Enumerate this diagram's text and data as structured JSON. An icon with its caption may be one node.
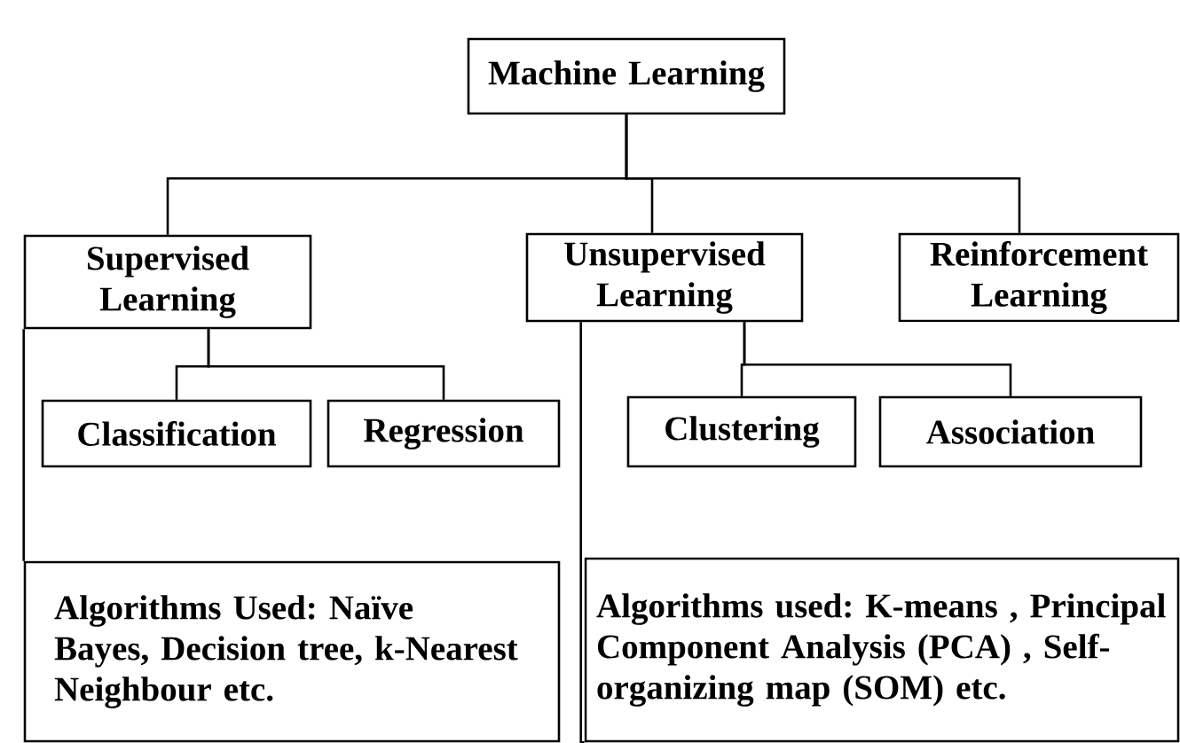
{
  "diagram": {
    "nodes": [
      {
        "text": [
          "Machine Learning"
        ]
      },
      {
        "text": [
          "Supervised Learning"
        ]
      },
      {
        "text": [
          "Unsupervised Learning"
        ]
      },
      {
        "text": [
          "Reinforcement Learning"
        ]
      },
      {
        "text": [
          "Classification"
        ]
      },
      {
        "text": [
          "Regression"
        ]
      },
      {
        "text": [
          "Clustering"
        ]
      },
      {
        "text": [
          "Association"
        ]
      },
      {
        "text": [
          "Algorithms Used: Naïve Bayes, Decision tree, k-Nearest Neighbour etc."
        ]
      },
      {
        "text": [
          "Algorithms used: K-means , Principal Component Analysis (PCA) , Self-organizing map (SOM) etc."
        ]
      }
    ],
    "edges": [
      {
        "from": 0,
        "to": 1,
        "arrow": "none"
      },
      {
        "from": 0,
        "to": 2,
        "arrow": "none"
      },
      {
        "from": 0,
        "to": 3,
        "arrow": "none"
      },
      {
        "from": 1,
        "to": 4,
        "arrow": "none"
      },
      {
        "from": 1,
        "to": 5,
        "arrow": "none"
      },
      {
        "from": 2,
        "to": 6,
        "arrow": "none"
      },
      {
        "from": 2,
        "to": 7,
        "arrow": "none"
      },
      {
        "from": 1,
        "to": 8,
        "arrow": "none"
      },
      {
        "from": 2,
        "to": 9,
        "arrow": "none"
      }
    ]
  }
}
